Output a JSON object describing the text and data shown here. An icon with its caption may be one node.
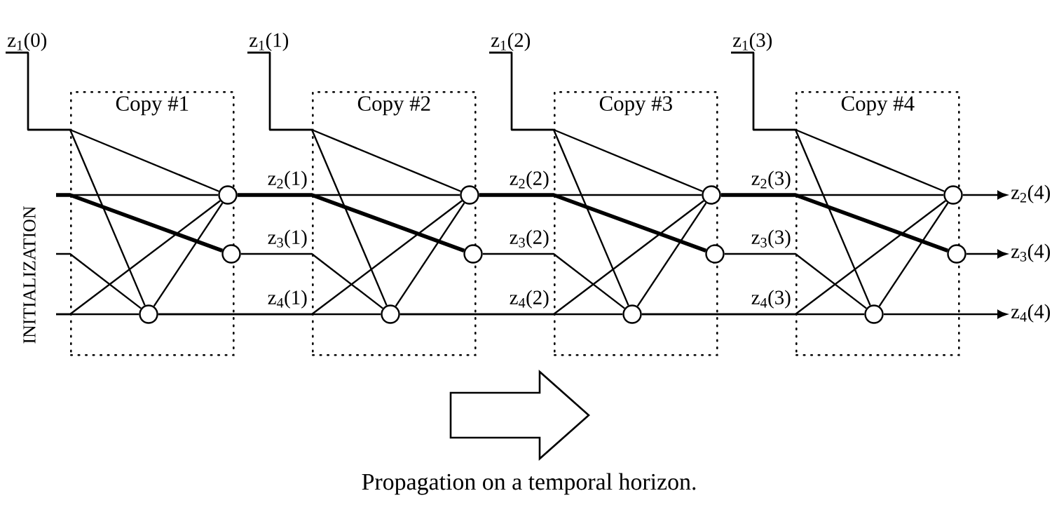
{
  "diagram": {
    "caption": "Propagation on a temporal horizon.",
    "nodes": [
      {
        "text": [
          "z$_{1}$(0)"
        ]
      },
      {
        "text": [
          "z$_{1}$(1)"
        ]
      },
      {
        "text": [
          "z$_{1}$(2)"
        ]
      },
      {
        "text": [
          "z$_{1}$(3)"
        ]
      },
      {
        "text": [
          "Copy #1"
        ]
      },
      {
        "text": [],
        "shape": "circle",
        "in": 4
      },
      {
        "text": [],
        "shape": "circle",
        "in": 4
      },
      {
        "text": [],
        "shape": "circle",
        "in": 4
      },
      {
        "text": [
          "Copy #2"
        ]
      },
      {
        "text": [],
        "shape": "circle",
        "in": 8
      },
      {
        "text": [],
        "shape": "circle",
        "in": 8
      },
      {
        "text": [],
        "shape": "circle",
        "in": 8
      },
      {
        "text": [
          "Copy #3"
        ]
      },
      {
        "text": [],
        "shape": "circle",
        "in": 12
      },
      {
        "text": [],
        "shape": "circle",
        "in": 12
      },
      {
        "text": [],
        "shape": "circle",
        "in": 12
      },
      {
        "text": [
          "Copy #4"
        ]
      },
      {
        "text": [],
        "shape": "circle",
        "in": 16
      },
      {
        "text": [],
        "shape": "circle",
        "in": 16
      },
      {
        "text": [],
        "shape": "circle",
        "in": 16
      },
      {
        "text": [
          "z$_{2}$(4)"
        ]
      },
      {
        "text": [
          "z$_{3}$(4)"
        ]
      },
      {
        "text": [
          "z$_{4}$(4)"
        ]
      }
    ],
    "edges": [
      {
        "from": 0,
        "to": 5,
        "arrow": "none"
      },
      {
        "from": 0,
        "to": 7,
        "arrow": "none"
      },
      {
        "from": null,
        "to": 5,
        "arrow": "none"
      },
      {
        "from": null,
        "to": 6,
        "arrow": "none",
        "style": "thick"
      },
      {
        "from": null,
        "to": 7,
        "arrow": "none"
      },
      {
        "from": null,
        "to": 5,
        "arrow": "none"
      },
      {
        "from": null,
        "to": 7,
        "arrow": "none"
      },
      {
        "from": 7,
        "to": 5,
        "arrow": "none"
      },
      {
        "from": 1,
        "to": 9,
        "arrow": "none"
      },
      {
        "from": 1,
        "to": 11,
        "arrow": "none"
      },
      {
        "from": 5,
        "to": 9,
        "arrow": "none"
      },
      {
        "from": 5,
        "to": 10,
        "arrow": "none",
        "style": "thick"
      },
      {
        "from": 6,
        "to": 11,
        "arrow": "none"
      },
      {
        "from": 7,
        "to": 9,
        "arrow": "none"
      },
      {
        "from": 7,
        "to": 11,
        "arrow": "none"
      },
      {
        "from": 11,
        "to": 9,
        "arrow": "none"
      },
      {
        "from": 2,
        "to": 13,
        "arrow": "none"
      },
      {
        "from": 2,
        "to": 15,
        "arrow": "none"
      },
      {
        "from": 9,
        "to": 13,
        "arrow": "none"
      },
      {
        "from": 9,
        "to": 14,
        "arrow": "none",
        "style": "thick"
      },
      {
        "from": 10,
        "to": 15,
        "arrow": "none"
      },
      {
        "from": 11,
        "to": 13,
        "arrow": "none"
      },
      {
        "from": 11,
        "to": 15,
        "arrow": "none"
      },
      {
        "from": 15,
        "to": 13,
        "arrow": "none"
      },
      {
        "from": 3,
        "to": 17,
        "arrow": "none"
      },
      {
        "from": 3,
        "to": 19,
        "arrow": "none"
      },
      {
        "from": 13,
        "to": 17,
        "arrow": "none"
      },
      {
        "from": 13,
        "to": 18,
        "arrow": "none",
        "style": "thick"
      },
      {
        "from": 14,
        "to": 19,
        "arrow": "none"
      },
      {
        "from": 15,
        "to": 17,
        "arrow": "none"
      },
      {
        "from": 15,
        "to": 19,
        "arrow": "none"
      },
      {
        "from": 19,
        "to": 17,
        "arrow": "none"
      },
      {
        "from": 17,
        "to": 20,
        "arrow": "to"
      },
      {
        "from": 18,
        "to": 21,
        "arrow": "to"
      },
      {
        "from": 19,
        "to": 22,
        "arrow": "to"
      }
    ],
    "labels": [
      "z$_{2}$(1)",
      "z$_{3}$(1)",
      "z$_{4}$(1)",
      "z$_{2}$(2)",
      "z$_{3}$(2)",
      "z$_{4}$(2)",
      "z$_{2}$(3)",
      "z$_{3}$(3)",
      "z$_{4}$(3)",
      "INITIALIZATION"
    ]
  }
}
